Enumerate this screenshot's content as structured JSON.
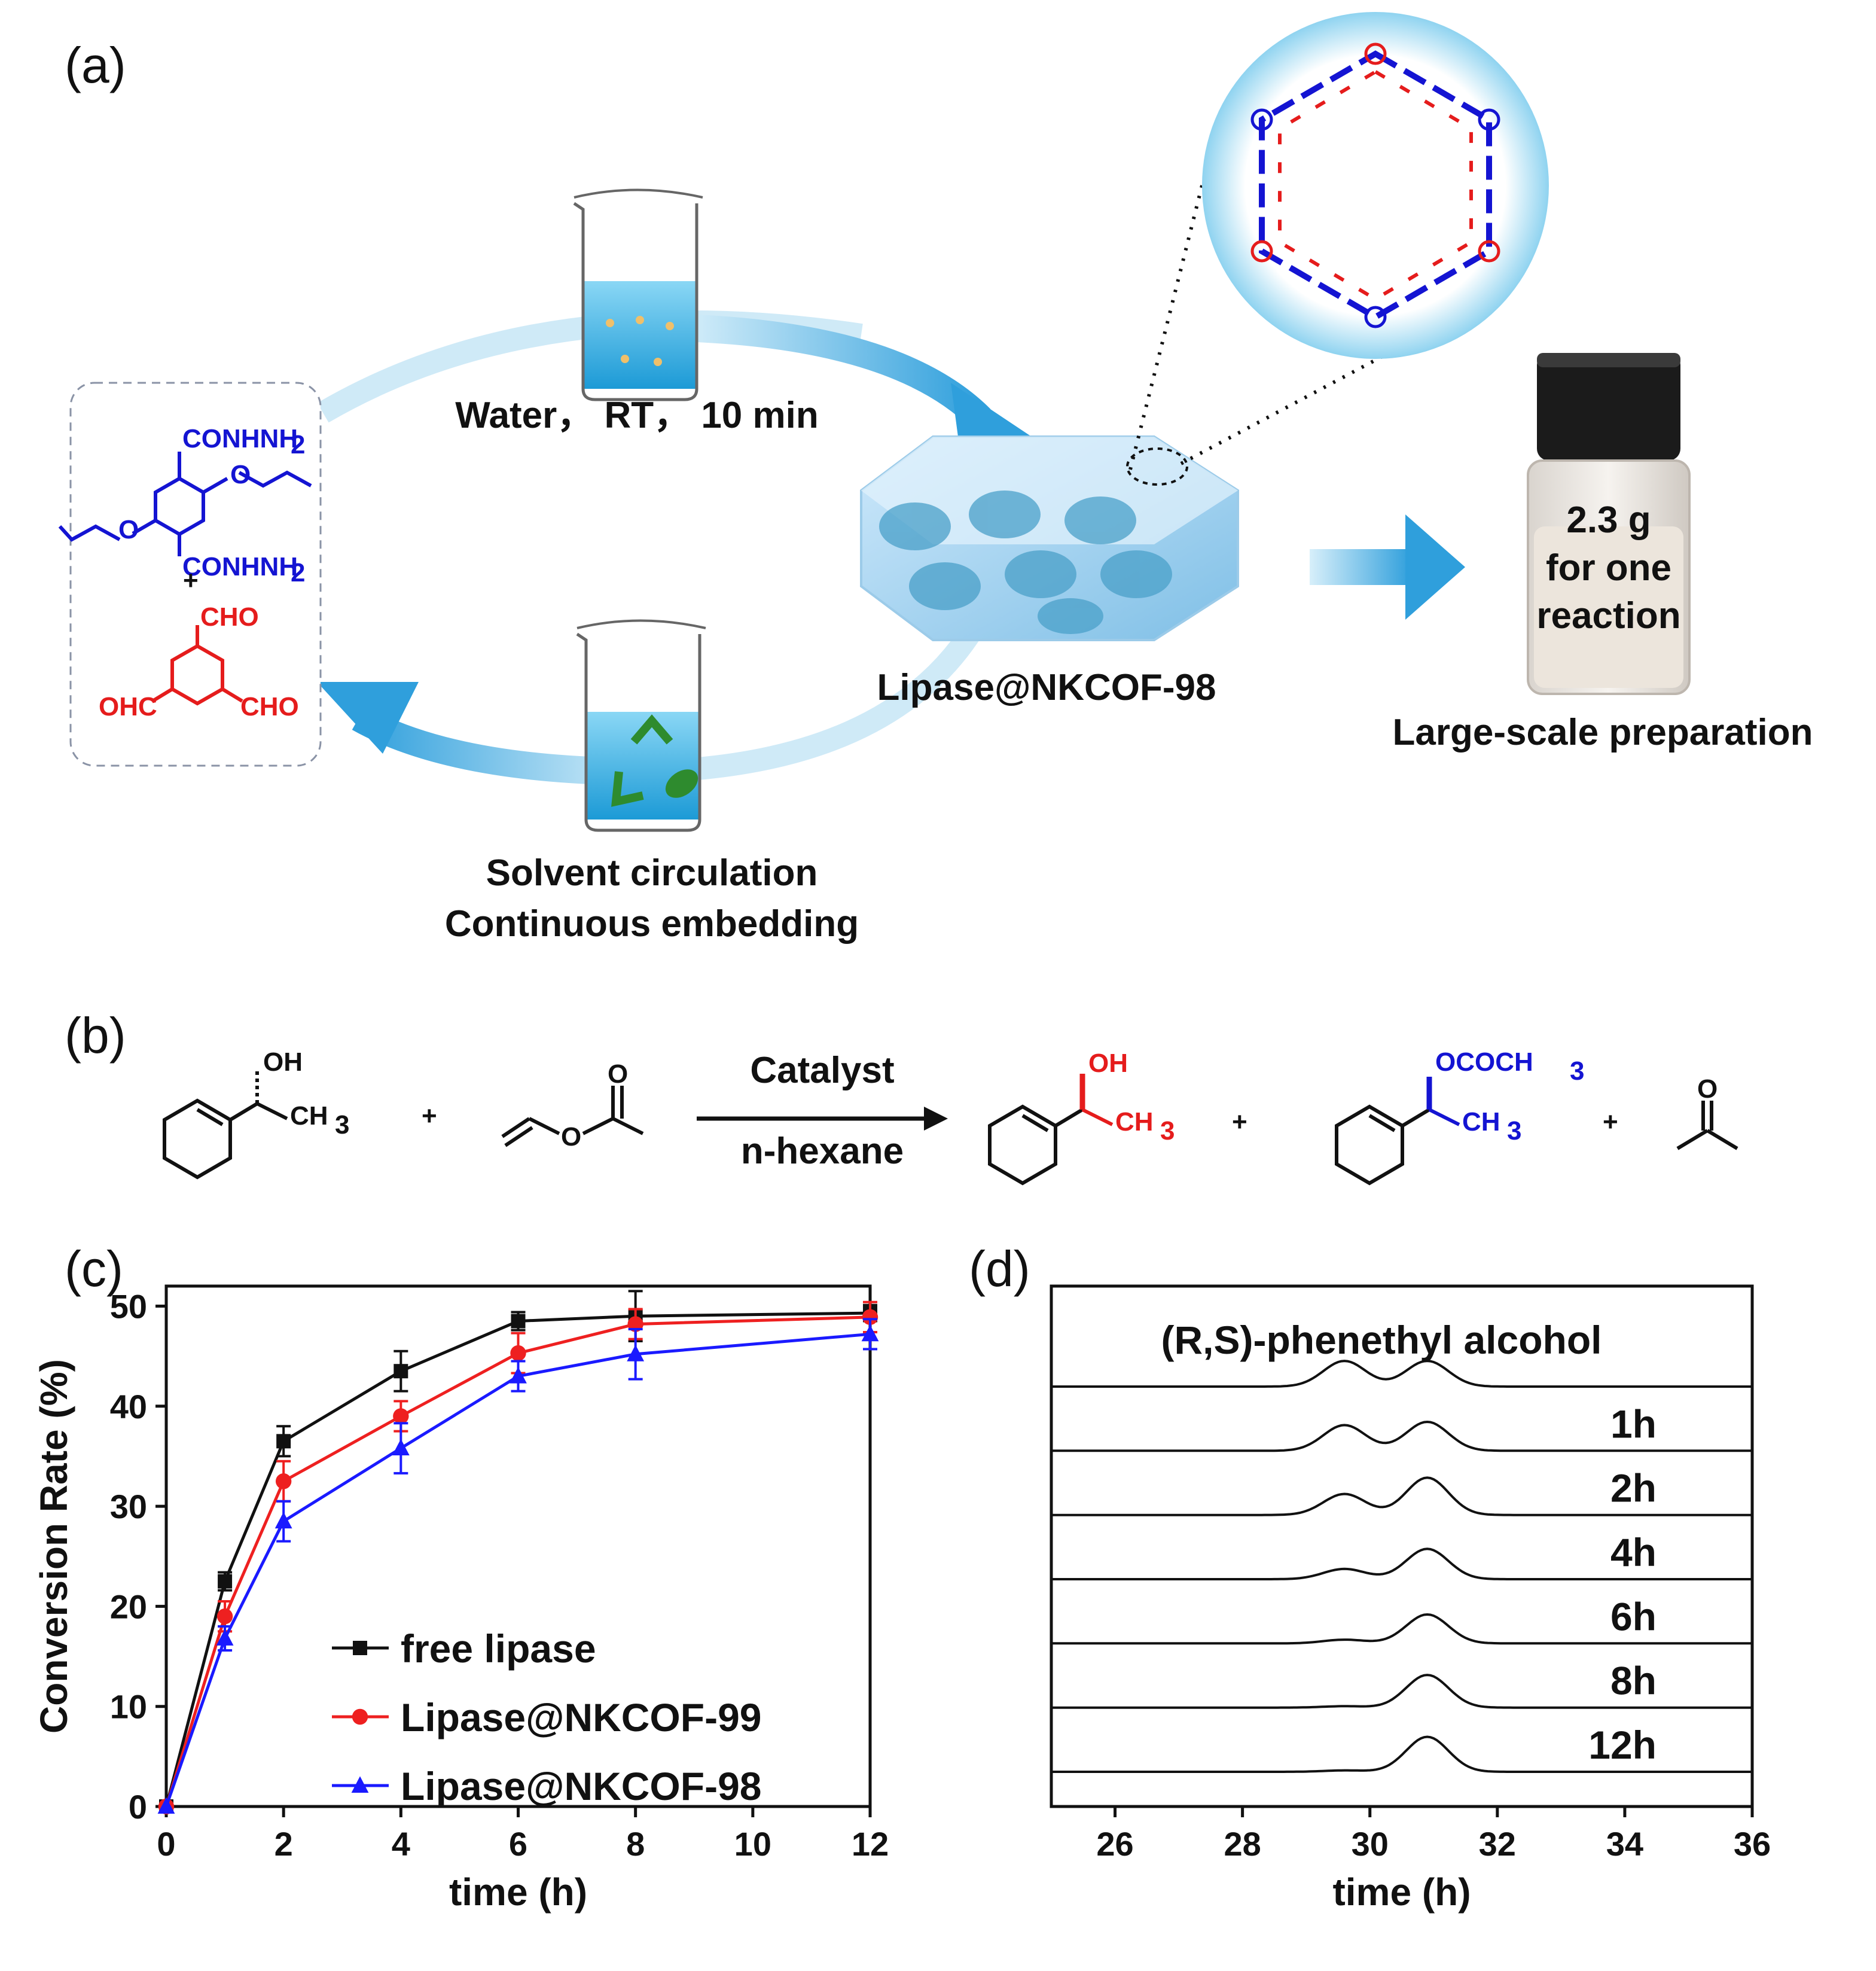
{
  "panels": {
    "a": "(a)",
    "b": "(b)",
    "c": "(c)",
    "d": "(d)"
  },
  "scheme_a": {
    "reactant_top": {
      "sub1": "CONHNH",
      "sub1_idx": "2",
      "sub2": "CONHNH",
      "sub2_idx": "2"
    },
    "plus": "+",
    "reactant_bottom": {
      "cho_top": "CHO",
      "cho_left": "OHC",
      "cho_right": "CHO"
    },
    "upper_arrow_label": "Water， RT， 10 min",
    "product_label": "Lipase@NKCOF-98",
    "lower_arrow_label_1": "Solvent circulation",
    "lower_arrow_label_2": "Continuous embedding",
    "vial_text_1": "2.3 g",
    "vial_text_2": "for one",
    "vial_text_3": "reaction",
    "vial_caption": "Large-scale preparation",
    "colors": {
      "linker_blue": "#1414d2",
      "linker_red": "#e51c1c",
      "arrow": "#3aa6e0"
    }
  },
  "scheme_b": {
    "r1_oh": "OH",
    "r1_ch3": "CH",
    "r1_ch3_idx": "3",
    "plus": "+",
    "r2_o": "O",
    "arrow_top": "Catalyst",
    "arrow_bottom": "n-hexane",
    "p1_oh": "OH",
    "p1_ch3": "CH",
    "p1_ch3_idx": "3",
    "p2_oac": "OCOCH",
    "p2_oac_idx": "3",
    "p2_ch3": "CH",
    "p2_ch3_idx": "3",
    "p3_o": "O",
    "colors": {
      "product_red": "#e51c1c",
      "product_blue": "#1414d2"
    }
  },
  "chart_data": [
    {
      "type": "line",
      "panel": "(c)",
      "xlabel": "time (h)",
      "ylabel": "Conversion Rate (%)",
      "xlim": [
        0,
        12
      ],
      "ylim": [
        0,
        52
      ],
      "xticks": [
        0,
        2,
        4,
        6,
        8,
        10,
        12
      ],
      "yticks": [
        0,
        10,
        20,
        30,
        40,
        50
      ],
      "x": [
        0,
        1,
        2,
        4,
        6,
        8,
        12
      ],
      "series": [
        {
          "name": "free lipase",
          "color": "#111111",
          "marker": "square",
          "values": [
            0,
            22.5,
            36.5,
            43.5,
            48.5,
            49.0,
            49.3
          ],
          "errors": [
            0,
            0.9,
            1.5,
            2.0,
            0.9,
            2.5,
            0.8
          ]
        },
        {
          "name": "Lipase@NKCOF-99",
          "color": "#ee2020",
          "marker": "circle",
          "values": [
            0,
            19.0,
            32.5,
            39.0,
            45.3,
            48.2,
            48.9
          ],
          "errors": [
            0,
            1.5,
            2.0,
            1.5,
            2.0,
            1.5,
            1.5
          ]
        },
        {
          "name": "Lipase@NKCOF-98",
          "color": "#1a1aff",
          "marker": "triangle",
          "values": [
            0,
            16.8,
            28.5,
            35.8,
            43.0,
            45.2,
            47.2
          ],
          "errors": [
            0,
            1.2,
            2.0,
            2.5,
            1.5,
            2.5,
            1.5
          ]
        }
      ],
      "legend": "bottom-center"
    },
    {
      "type": "line",
      "panel": "(d)",
      "xlabel": "time (h)",
      "xlim": [
        25,
        36
      ],
      "xticks": [
        26,
        28,
        30,
        32,
        34,
        36
      ],
      "title": "(R,S)-phenethyl alcohol",
      "peak_positions": [
        29.6,
        30.9
      ],
      "traces": [
        {
          "label": "",
          "peak1": 0.55,
          "peak2": 0.55
        },
        {
          "label": "1h",
          "peak1": 0.55,
          "peak2": 0.62
        },
        {
          "label": "2h",
          "peak1": 0.45,
          "peak2": 0.8
        },
        {
          "label": "4h",
          "peak1": 0.22,
          "peak2": 0.65
        },
        {
          "label": "6h",
          "peak1": 0.08,
          "peak2": 0.62
        },
        {
          "label": "8h",
          "peak1": 0.03,
          "peak2": 0.7
        },
        {
          "label": "12h",
          "peak1": 0.03,
          "peak2": 0.75
        }
      ]
    }
  ]
}
